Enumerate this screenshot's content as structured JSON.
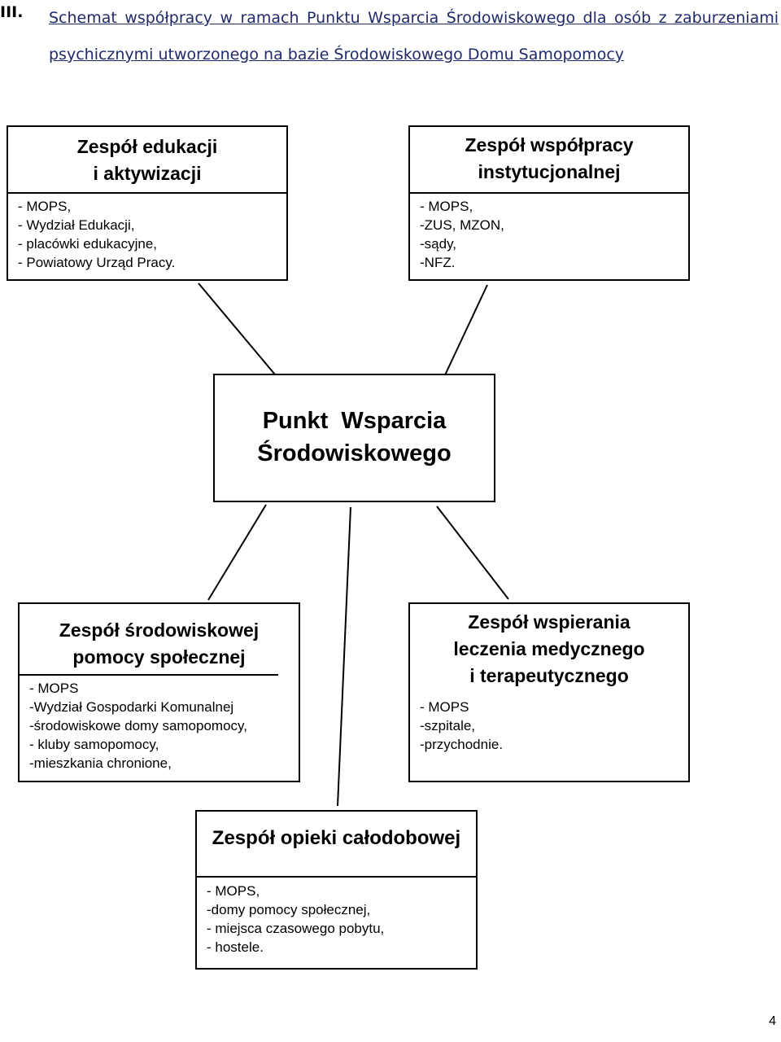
{
  "heading": {
    "number": "III.",
    "title": "Schemat współpracy w ramach Punktu Wsparcia Środowiskowego dla osób z zaburzeniami psychicznymi utworzonego na bazie Środowiskowego Domu Samopomocy"
  },
  "center": {
    "line1": "Punkt  Wsparcia",
    "line2": "Środowiskowego"
  },
  "box_edukacja": {
    "title1": "Zespół edukacji",
    "title2": "i aktywizacji",
    "items": [
      "- MOPS,",
      "- Wydział Edukacji,",
      "- placówki edukacyjne,",
      "- Powiatowy Urząd Pracy."
    ]
  },
  "box_instytucjonalna": {
    "title1": "Zespół współpracy",
    "title2": "instytucjonalnej",
    "items": [
      "- MOPS,",
      "-ZUS, MZON,",
      "-sądy,",
      "-NFZ."
    ]
  },
  "box_srodowiskowa": {
    "title1": "Zespół środowiskowej",
    "title2": "pomocy społecznej",
    "items": [
      "- MOPS",
      "-Wydział Gospodarki Komunalnej",
      "-środowiskowe domy samopomocy,",
      "- kluby samopomocy,",
      "-mieszkania chronione,"
    ]
  },
  "box_leczenie": {
    "title1": "Zespół wspierania",
    "title2": "leczenia medycznego",
    "title3": "i terapeutycznego",
    "items": [
      "- MOPS",
      "-szpitale,",
      "-przychodnie."
    ]
  },
  "box_opieka": {
    "title1": "Zespół opieki całodobowej",
    "items": [
      "- MOPS,",
      "-domy pomocy społecznej,",
      "- miejsca czasowego pobytu,",
      "- hostele."
    ]
  },
  "page_number": "4"
}
